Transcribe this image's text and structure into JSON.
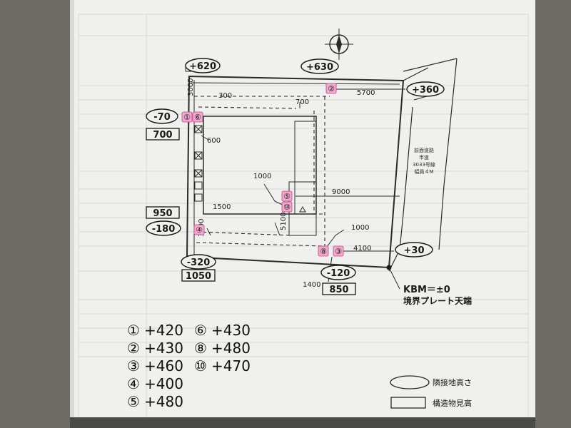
{
  "site_labels": {
    "kbm_line1": "KBM＝±0",
    "kbm_line2": "境界プレート天端",
    "road_line1": "前面道路",
    "road_line2": "市道",
    "road_line3": "3033号線",
    "road_line4": "幅員４M"
  },
  "neighbor_heights": [
    {
      "id": "nh-nw",
      "value": "+620"
    },
    {
      "id": "nh-n",
      "value": "+630"
    },
    {
      "id": "nh-e",
      "value": "+360"
    },
    {
      "id": "nh-w1",
      "value": "-70"
    },
    {
      "id": "nh-w2",
      "value": "-180"
    },
    {
      "id": "nh-sw",
      "value": "-320"
    },
    {
      "id": "nh-s",
      "value": "-120"
    },
    {
      "id": "nh-se",
      "value": "+30"
    }
  ],
  "structure_heights": [
    {
      "id": "sh-w1",
      "value": "700"
    },
    {
      "id": "sh-w2",
      "value": "950"
    },
    {
      "id": "sh-sw",
      "value": "1050"
    },
    {
      "id": "sh-s",
      "value": "850"
    }
  ],
  "dimensions": [
    {
      "id": "d3000",
      "value": "3000"
    },
    {
      "id": "d300",
      "value": "300"
    },
    {
      "id": "d700",
      "value": "700"
    },
    {
      "id": "d5700",
      "value": "5700"
    },
    {
      "id": "d600",
      "value": "600"
    },
    {
      "id": "d1000a",
      "value": "1000"
    },
    {
      "id": "d9000",
      "value": "9000"
    },
    {
      "id": "d1500",
      "value": "1500"
    },
    {
      "id": "d1000b",
      "value": "1000"
    },
    {
      "id": "d3100",
      "value": "3100"
    },
    {
      "id": "d5100",
      "value": "5100"
    },
    {
      "id": "d4100",
      "value": "4100"
    },
    {
      "id": "d1400",
      "value": "1400"
    }
  ],
  "points": [
    {
      "id": "p1",
      "label": "①"
    },
    {
      "id": "p2",
      "label": "②"
    },
    {
      "id": "p3",
      "label": "③"
    },
    {
      "id": "p4",
      "label": "④"
    },
    {
      "id": "p5",
      "label": "⑤"
    },
    {
      "id": "p6",
      "label": "⑥"
    },
    {
      "id": "p8",
      "label": "⑧"
    },
    {
      "id": "p10",
      "label": "⑩"
    }
  ],
  "point_heights": [
    {
      "label": "①",
      "value": "+420"
    },
    {
      "label": "②",
      "value": "+430"
    },
    {
      "label": "③",
      "value": "+460"
    },
    {
      "label": "④",
      "value": "+400"
    },
    {
      "label": "⑤",
      "value": "+480"
    },
    {
      "label": "⑥",
      "value": "+430"
    },
    {
      "label": "⑧",
      "value": "+480"
    },
    {
      "label": "⑩",
      "value": "+470"
    }
  ],
  "legend": {
    "ellipse_label": "隣接地高さ",
    "rect_label": "構造物見高"
  },
  "colors": {
    "paper": "#f0f0ee",
    "line": "#2a2a2a",
    "point_fill": "#f2a9cf",
    "point_stroke": "#c2447e"
  }
}
